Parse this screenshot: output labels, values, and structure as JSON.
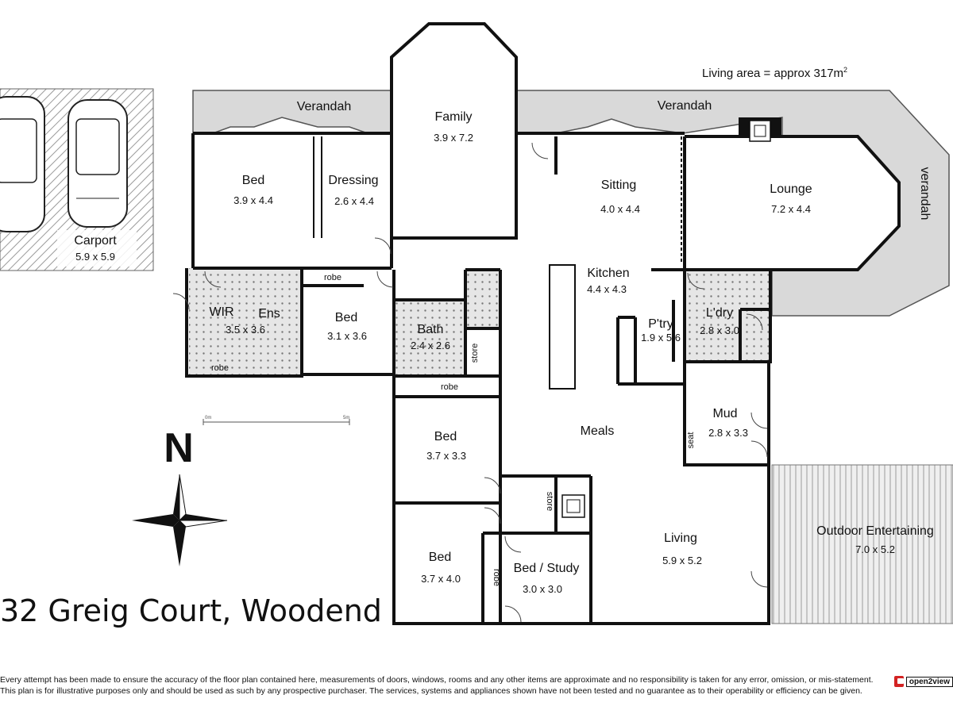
{
  "address": "32 Greig Court, Woodend",
  "living_area": {
    "text": "Living area = approx 317m",
    "unit_suffix": "2"
  },
  "compass": {
    "label": "N"
  },
  "scale_bar": {
    "start": "0m",
    "end": "5m"
  },
  "rooms": {
    "carport": {
      "name": "Carport",
      "dim": "5.9 x 5.9"
    },
    "verandah_west": {
      "name": "Verandah"
    },
    "verandah_east": {
      "name": "Verandah"
    },
    "verandah_curve": {
      "name": "verandah"
    },
    "family": {
      "name": "Family",
      "dim": "3.9 x 7.2"
    },
    "bed1": {
      "name": "Bed",
      "dim": "3.9 x 4.4"
    },
    "dressing": {
      "name": "Dressing",
      "dim": "2.6 x 4.4"
    },
    "sitting": {
      "name": "Sitting",
      "dim": "4.0 x 4.4"
    },
    "lounge": {
      "name": "Lounge",
      "dim": "7.2 x 4.4"
    },
    "kitchen": {
      "name": "Kitchen",
      "dim": "4.4 x 4.3"
    },
    "wir": {
      "name": "WIR"
    },
    "ens": {
      "name": "Ens",
      "dim": "3.5 x 3.6"
    },
    "robe1": {
      "name": "robe"
    },
    "robe2": {
      "name": "robe"
    },
    "robe3": {
      "name": "robe"
    },
    "robe4": {
      "name": "robe"
    },
    "bed2": {
      "name": "Bed",
      "dim": "3.1 x 3.6"
    },
    "bath": {
      "name": "Bath",
      "dim": "2.4 x 2.6"
    },
    "store1": {
      "name": "store"
    },
    "store2": {
      "name": "store"
    },
    "pantry": {
      "name": "P'try",
      "dim": "1.9 x 5.6"
    },
    "laundry": {
      "name": "L'dry",
      "dim": "2.8 x 3.0"
    },
    "mud": {
      "name": "Mud",
      "dim": "2.8 x 3.3"
    },
    "seat": {
      "name": "seat"
    },
    "meals": {
      "name": "Meals"
    },
    "bed3": {
      "name": "Bed",
      "dim": "3.7 x 3.3"
    },
    "bed4": {
      "name": "Bed",
      "dim": "3.7 x 4.0"
    },
    "study": {
      "name": "Bed / Study",
      "dim": "3.0 x 3.0"
    },
    "living": {
      "name": "Living",
      "dim": "5.9 x 5.2"
    },
    "outdoor": {
      "name": "Outdoor Entertaining",
      "dim": "7.0 x 5.2"
    }
  },
  "disclaimer": [
    "Every attempt has been made to ensure the accuracy of the floor plan contained here, measurements of doors, windows, rooms and any other items are approximate and no responsibility is taken for any error, omission, or mis-statement.",
    "This plan is for illustrative purposes only and should be used as such by any prospective purchaser. The services, systems and appliances shown have not been tested and no guarantee as to their operability or efficiency can be given."
  ],
  "logo": {
    "text": "open2view"
  },
  "colors": {
    "wall": "#111111",
    "verandah_fill": "#d9d9d9",
    "wet_area_fill": "#d0d0d0",
    "deck_fill": "#e4e4e4"
  }
}
